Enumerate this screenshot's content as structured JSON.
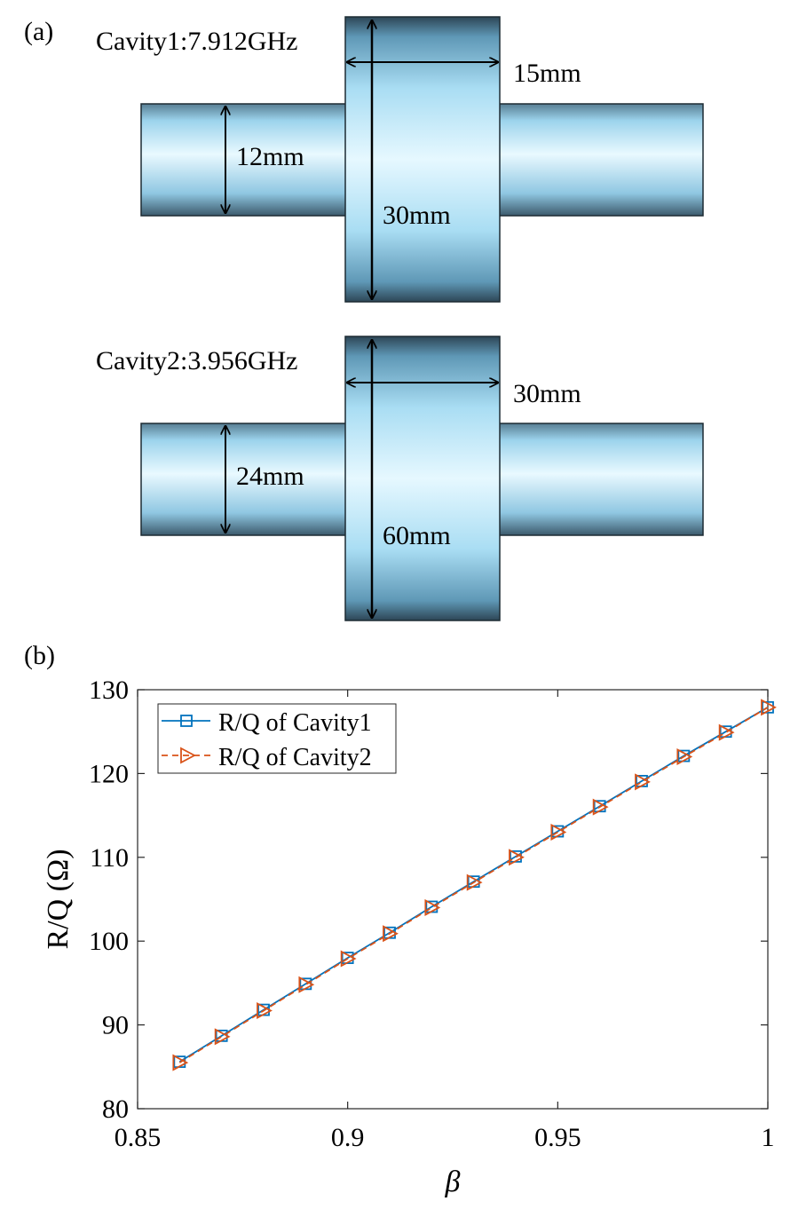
{
  "panel_a": {
    "label": "(a)",
    "cavities": [
      {
        "title": "Cavity1:7.912GHz",
        "gap_label": "15mm",
        "pipe_label": "12mm",
        "outer_label": "30mm"
      },
      {
        "title": "Cavity2:3.956GHz",
        "gap_label": "30mm",
        "pipe_label": "24mm",
        "outer_label": "60mm"
      }
    ],
    "colors": {
      "metal_light": "#e6f8ff",
      "metal_mid": "#a9ddf3",
      "metal_edge": "#5f98b6",
      "metal_dark": "#2d4656"
    }
  },
  "panel_b": {
    "label": "(b)"
  },
  "chart_data": {
    "type": "line",
    "title": "",
    "xlabel": "β",
    "ylabel": "R/Q (Ω)",
    "xlim": [
      0.85,
      1
    ],
    "ylim": [
      80,
      130
    ],
    "xticks": [
      0.85,
      0.9,
      0.95,
      1
    ],
    "xtick_labels": [
      "0.85",
      "0.9",
      "0.95",
      "1"
    ],
    "yticks": [
      80,
      90,
      100,
      110,
      120,
      130
    ],
    "ytick_labels": [
      "80",
      "90",
      "100",
      "110",
      "120",
      "130"
    ],
    "grid": false,
    "legend_position": "top-left",
    "x": [
      0.86,
      0.87,
      0.88,
      0.89,
      0.9,
      0.91,
      0.92,
      0.93,
      0.94,
      0.95,
      0.96,
      0.97,
      0.98,
      0.99,
      1.0
    ],
    "series": [
      {
        "name": "R/Q of Cavity1",
        "color": "#0072bd",
        "marker": "square",
        "line": "solid",
        "values": [
          85.6,
          88.7,
          91.8,
          94.9,
          98.0,
          101.0,
          104.1,
          107.1,
          110.1,
          113.1,
          116.1,
          119.1,
          122.1,
          125.0,
          127.9
        ]
      },
      {
        "name": "R/Q of Cavity2",
        "color": "#d95319",
        "marker": "triangle-right",
        "line": "dashed",
        "values": [
          85.5,
          88.6,
          91.7,
          94.8,
          97.9,
          100.9,
          104.0,
          107.0,
          110.0,
          113.0,
          116.0,
          119.0,
          122.0,
          124.9,
          127.9
        ]
      }
    ]
  }
}
